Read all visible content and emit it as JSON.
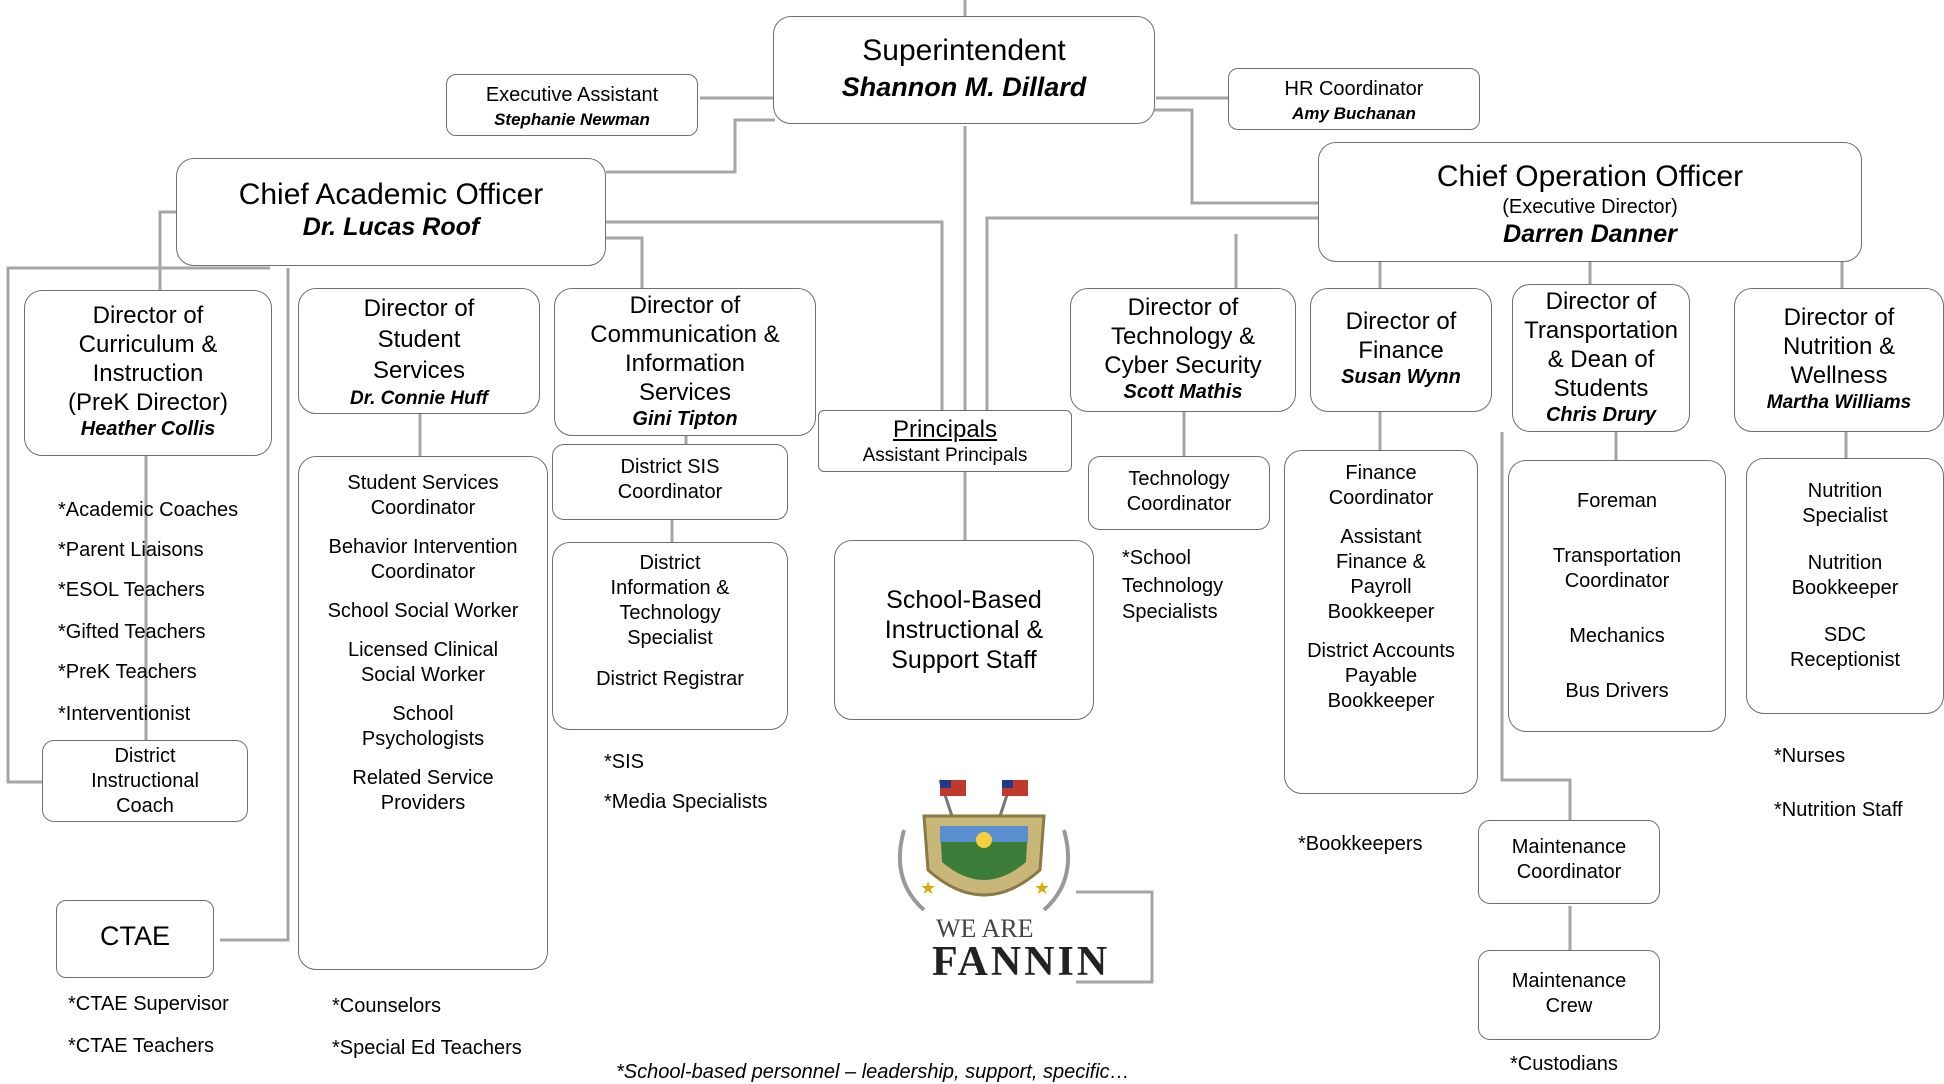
{
  "superintendent": {
    "title": "Superintendent",
    "name": "Shannon M. Dillard"
  },
  "exec_assistant": {
    "title": "Executive Assistant",
    "name": "Stephanie Newman"
  },
  "hr": {
    "title": "HR Coordinator",
    "name": "Amy Buchanan"
  },
  "cao": {
    "title": "Chief Academic Officer",
    "name": "Dr. Lucas Roof"
  },
  "coo": {
    "title": "Chief Operation Officer",
    "subtitle": "(Executive Director)",
    "name": "Darren Danner"
  },
  "dir_curriculum": {
    "lines": [
      "Director of",
      "Curriculum &",
      "Instruction",
      "(PreK Director)"
    ],
    "name": "Heather Collis"
  },
  "curriculum_notes": [
    "*Academic Coaches",
    "*Parent Liaisons",
    "*ESOL Teachers",
    "*Gifted Teachers",
    "*PreK Teachers",
    "*Interventionist"
  ],
  "district_coach": {
    "lines": [
      "District",
      "Instructional",
      "Coach"
    ]
  },
  "ctae": {
    "title": "CTAE"
  },
  "ctae_notes": [
    "*CTAE Supervisor",
    "*CTAE Teachers"
  ],
  "dir_student": {
    "lines": [
      "Director of",
      "Student",
      "Services"
    ],
    "name": "Dr. Connie Huff"
  },
  "student_staff": [
    "Student Services Coordinator",
    "Behavior Intervention Coordinator",
    "School Social Worker",
    "Licensed Clinical Social Worker",
    "School Psychologists",
    "Related Service Providers"
  ],
  "student_notes": [
    "*Counselors",
    "*Special Ed Teachers"
  ],
  "dir_comm": {
    "lines": [
      "Director of",
      "Communication &",
      "Information",
      "Services"
    ],
    "name": "Gini Tipton"
  },
  "sis_coord": {
    "lines": [
      "District SIS",
      "Coordinator"
    ]
  },
  "district_info": {
    "lines": [
      "District",
      "Information &",
      "Technology",
      "Specialist"
    ],
    "extra": "District Registrar"
  },
  "comm_notes": [
    "*SIS",
    "*Media Specialists"
  ],
  "principals": {
    "title": "Principals",
    "subtitle": "Assistant Principals"
  },
  "school_staff": {
    "lines": [
      "School-Based",
      "Instructional &",
      "Support Staff"
    ]
  },
  "dir_tech": {
    "lines": [
      "Director of",
      "Technology &",
      "Cyber Security"
    ],
    "name": "Scott Mathis"
  },
  "tech_coord": {
    "lines": [
      "Technology",
      "Coordinator"
    ]
  },
  "tech_notes": [
    "*School",
    "Technology",
    "Specialists"
  ],
  "dir_finance": {
    "lines": [
      "Director of",
      "Finance"
    ],
    "name": "Susan Wynn"
  },
  "finance_staff": [
    "Finance Coordinator",
    "Assistant Finance & Payroll Bookkeeper",
    "District Accounts Payable Bookkeeper"
  ],
  "finance_notes": [
    "*Bookkeepers"
  ],
  "dir_transport": {
    "lines": [
      "Director of",
      "Transportation",
      "& Dean of",
      "Students"
    ],
    "name": "Chris Drury"
  },
  "transport_staff": [
    "Foreman",
    "Transportation Coordinator",
    "Mechanics",
    "Bus Drivers"
  ],
  "maint_coord": {
    "lines": [
      "Maintenance",
      "Coordinator"
    ]
  },
  "maint_crew": {
    "lines": [
      "Maintenance",
      "Crew"
    ]
  },
  "maint_notes": [
    "*Custodians"
  ],
  "dir_nutrition": {
    "lines": [
      "Director of",
      "Nutrition &",
      "Wellness"
    ],
    "name": "Martha Williams"
  },
  "nutrition_staff": [
    "Nutrition Specialist",
    "Nutrition Bookkeeper",
    "SDC Receptionist"
  ],
  "nutrition_notes": [
    "*Nurses",
    "*Nutrition Staff"
  ],
  "logo": {
    "line1": "WE ARE",
    "line2": "FANNIN"
  },
  "footnote": "*School-based personnel – leadership, support, specific…"
}
